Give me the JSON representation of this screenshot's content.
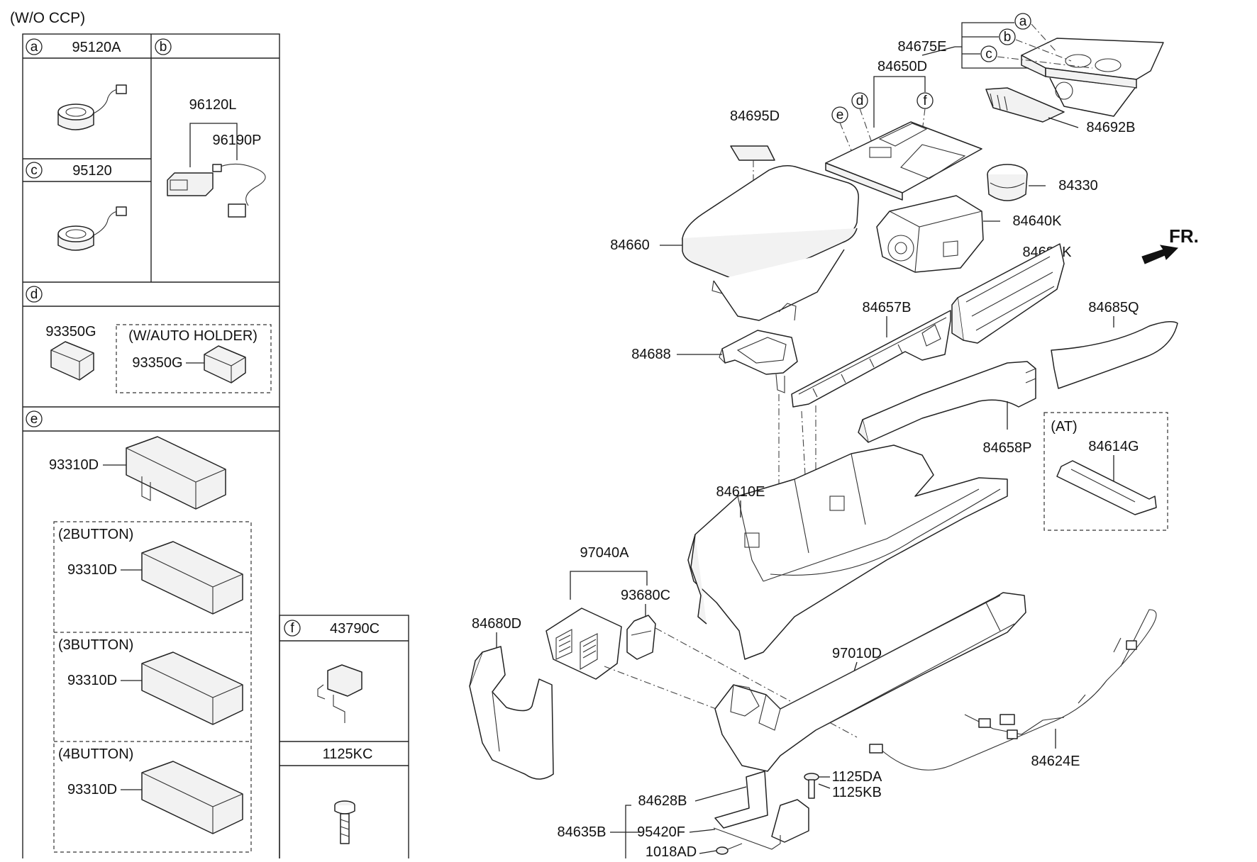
{
  "header_note": "(W/O CCP)",
  "direction_label": "FR.",
  "legend": {
    "a": {
      "letter": "a",
      "part": "95120A"
    },
    "b": {
      "letter": "b",
      "part_1": "96120L",
      "part_2": "96190P"
    },
    "c": {
      "letter": "c",
      "part": "95120"
    },
    "d": {
      "letter": "d",
      "part": "93350G",
      "variant_title": "(W/AUTO HOLDER)",
      "variant_part": "93350G"
    },
    "e": {
      "letter": "e",
      "part": "93310D",
      "variants": [
        {
          "title": "(2BUTTON)",
          "part": "93310D"
        },
        {
          "title": "(3BUTTON)",
          "part": "93310D"
        },
        {
          "title": "(4BUTTON)",
          "part": "93310D"
        }
      ]
    },
    "f": {
      "letter": "f",
      "part": "43790C"
    },
    "g": {
      "part": "1125KC"
    }
  },
  "callouts": {
    "p84675E": "84675E",
    "p84650D": "84650D",
    "p84692B": "84692B",
    "p84695D": "84695D",
    "p84330": "84330",
    "p84640K": "84640K",
    "p84660": "84660",
    "p84680K": "84680K",
    "p84657B": "84657B",
    "p84685Q": "84685Q",
    "p84688": "84688",
    "p84658P": "84658P",
    "at_title": "(AT)",
    "p84614G": "84614G",
    "p84610E": "84610E",
    "p97040A": "97040A",
    "p93680C": "93680C",
    "p84680D": "84680D",
    "p97010D": "97010D",
    "p1125DA": "1125DA",
    "p1125KB": "1125KB",
    "p84628B": "84628B",
    "p84624E": "84624E",
    "p84635B": "84635B",
    "p95420F": "95420F",
    "p1018AD": "1018AD"
  },
  "markers": {
    "a": "a",
    "b": "b",
    "c": "c",
    "d": "d",
    "e": "e",
    "f": "f"
  }
}
